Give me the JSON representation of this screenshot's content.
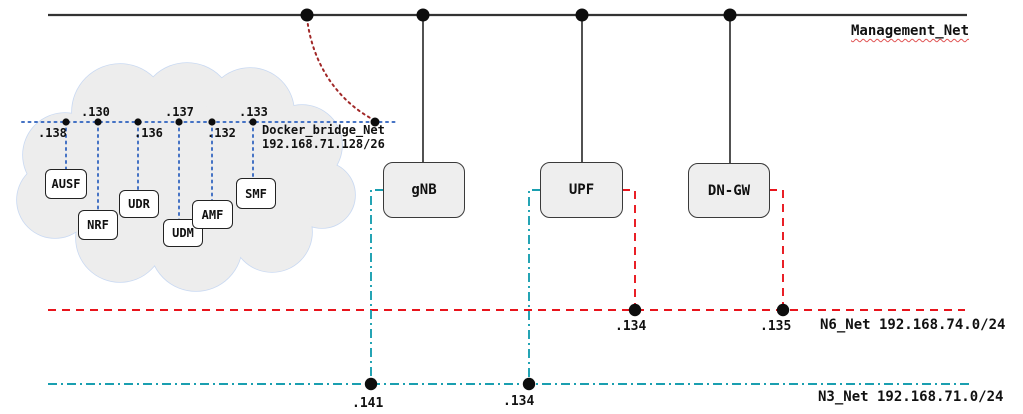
{
  "colors": {
    "blue": "#4472c4",
    "teal": "#1a9fb0",
    "red": "#e8141c",
    "dark_red": "#a12828",
    "wavy_red": "#e05252",
    "cloud_fill": "#ededed",
    "cloud_stroke": "#c9d9f2",
    "box_fill": "#eeeeee",
    "line_black": "#333333"
  },
  "management": {
    "label": "Management_Net"
  },
  "bridge": {
    "name": "Docker_bridge_Net",
    "subnet": "192.168.71.128/26",
    "ips": {
      "ausf": ".138",
      "nrf": ".130",
      "udr": ".136",
      "udm": ".137",
      "amf": ".132",
      "smf": ".133"
    }
  },
  "cloud_nodes": {
    "ausf": "AUSF",
    "nrf": "NRF",
    "udr": "UDR",
    "udm": "UDM",
    "amf": "AMF",
    "smf": "SMF"
  },
  "hosts": {
    "gnb": "gNB",
    "upf": "UPF",
    "dngw": "DN-GW"
  },
  "n6": {
    "label": "N6_Net 192.168.74.0/24",
    "upf_ip": ".134",
    "dngw_ip": ".135"
  },
  "n3": {
    "label": "N3_Net 192.168.71.0/24",
    "gnb_ip": ".141",
    "upf_ip": ".134"
  }
}
